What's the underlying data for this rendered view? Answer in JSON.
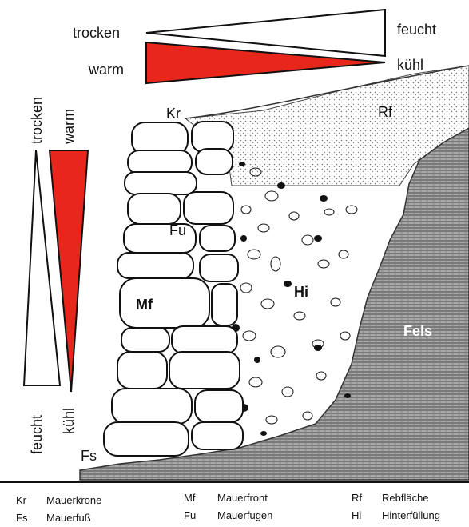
{
  "top_scale": {
    "left_top": "trocken",
    "right_top": "feucht",
    "left_bottom": "warm",
    "right_bottom": "kühl"
  },
  "side_scale": {
    "top_left": "trocken",
    "top_right": "warm",
    "bottom_left": "feucht",
    "bottom_right": "kühl"
  },
  "labels": {
    "kr": "Kr",
    "rf": "Rf",
    "fu": "Fu",
    "mf": "Mf",
    "hi": "Hi",
    "fels": "Fels",
    "fs": "Fs"
  },
  "legend": [
    {
      "abbr": "Kr",
      "text": "Mauerkrone"
    },
    {
      "abbr": "Fs",
      "text": "Mauerfuß"
    },
    {
      "abbr": "Mf",
      "text": "Mauerfront"
    },
    {
      "abbr": "Fu",
      "text": "Mauerfugen"
    },
    {
      "abbr": "Rf",
      "text": "Rebfläche"
    },
    {
      "abbr": "Hi",
      "text": "Hinterfüllung"
    }
  ],
  "colors": {
    "accent": "#e8271c",
    "ink": "#111111"
  }
}
